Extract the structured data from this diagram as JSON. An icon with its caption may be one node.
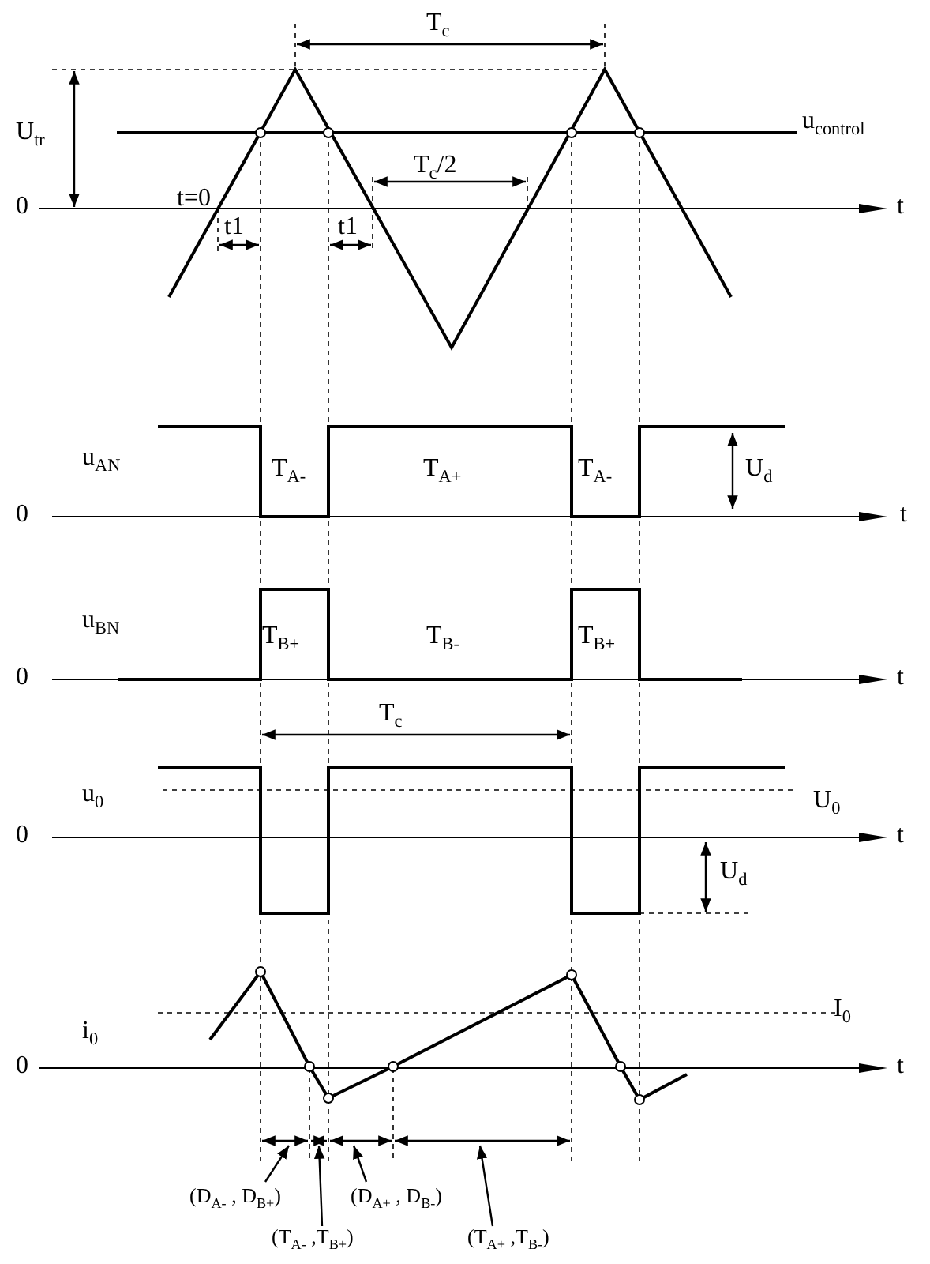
{
  "diagram": {
    "nodes": [
      {
        "text": [
          "(D$_{A-}$ , D$_{B+}$)"
        ]
      },
      {
        "text": [
          "(T$_{A-}$ ,T$_{B+}$)"
        ]
      },
      {
        "text": [
          "(D$_{A+}$ , D$_{B-}$)"
        ]
      },
      {
        "text": [
          "(T$_{A+}$ ,T$_{B-}$)"
        ]
      },
      {
        "text": [],
        "shape": "bar"
      },
      {
        "text": [],
        "shape": "bar"
      },
      {
        "text": [],
        "shape": "bar"
      },
      {
        "text": [],
        "shape": "bar"
      }
    ],
    "edges": [
      {
        "from": 0,
        "to": 4,
        "arrow": "to"
      },
      {
        "from": 1,
        "to": 5,
        "arrow": "to"
      },
      {
        "from": 2,
        "to": 6,
        "arrow": "to"
      },
      {
        "from": 3,
        "to": 7,
        "arrow": "to"
      }
    ],
    "labels": [
      "T$_{c}$",
      "U$_{tr}$",
      "u$_{control}$",
      "0",
      "t=0",
      "T$_{c}$/2",
      "t",
      "t1",
      "t1",
      "u$_{AN}$",
      "T$_{A-}$",
      "T$_{A+}$",
      "T$_{A-}$",
      "U$_{d}$",
      "0",
      "t",
      "u$_{BN}$",
      "T$_{B+}$",
      "T$_{B-}$",
      "T$_{B+}$",
      "0",
      "t",
      "T$_{c}$",
      "u$_{0}$",
      "U$_{0}$",
      "0",
      "t",
      "U$_{d}$",
      "i$_{0}$",
      "I$_{0}$",
      "0",
      "t"
    ]
  }
}
